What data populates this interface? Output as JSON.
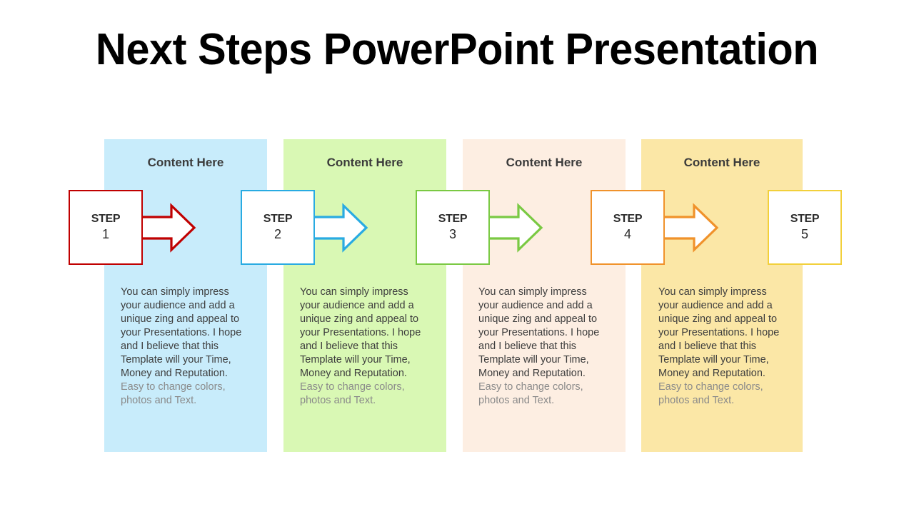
{
  "slide": {
    "title": "Next Steps PowerPoint Presentation",
    "background": "#ffffff"
  },
  "columns": [
    {
      "header": "Content Here",
      "step_word": "STEP",
      "step_number": "1",
      "accent": "#c00000",
      "band_color": "#c8ecfb",
      "body_main": "You can simply impress your audience and add a unique zing and appeal to your Presentations. I hope and I believe that this Template will your Time, Money and Reputation.",
      "body_muted": "Easy to change colors, photos and Text.",
      "has_arrow": true
    },
    {
      "header": "Content Here",
      "step_word": "STEP",
      "step_number": "2",
      "accent": "#29abe2",
      "band_color": "#d9f8b4",
      "body_main": "You can simply impress your audience and add a unique zing and appeal to your Presentations. I hope and I believe that this Template will your Time, Money and Reputation.",
      "body_muted": "Easy to change colors, photos and Text.",
      "has_arrow": true
    },
    {
      "header": "Content Here",
      "step_word": "STEP",
      "step_number": "3",
      "accent": "#7ac943",
      "band_color": "#fdeee2",
      "body_main": "You can simply impress your audience and add a unique zing and appeal to your Presentations. I hope and I believe that this Template will your Time, Money and Reputation.",
      "body_muted": "Easy to change colors, photos and Text.",
      "has_arrow": true
    },
    {
      "header": "Content Here",
      "step_word": "STEP",
      "step_number": "4",
      "accent": "#f0922b",
      "band_color": "#fbe7a6",
      "body_main": "You can simply impress your audience and add a unique zing and appeal to your Presentations. I hope and I believe that this Template will your Time, Money and Reputation.",
      "body_muted": "Easy to change colors, photos and Text.",
      "has_arrow": true
    },
    {
      "header": "",
      "step_word": "STEP",
      "step_number": "5",
      "accent": "#f2d03b",
      "band_color": "",
      "body_main": "",
      "body_muted": "",
      "has_arrow": false
    }
  ]
}
